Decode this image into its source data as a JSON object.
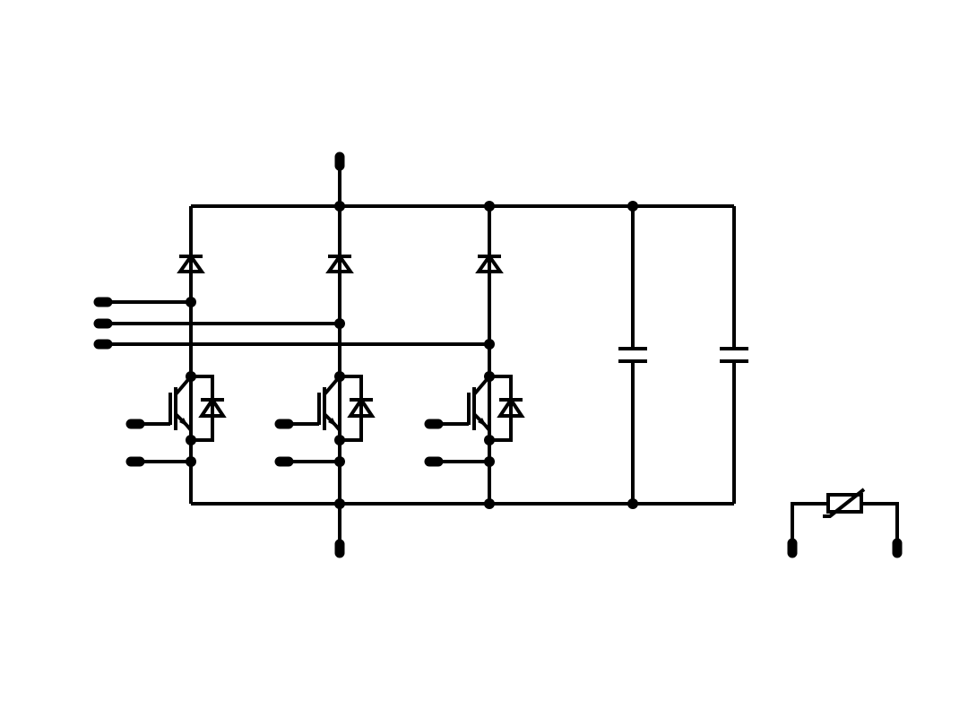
{
  "diagram": {
    "type": "circuit-schematic",
    "description_visible_text": "",
    "colors": {
      "ink": "#000000",
      "background": "#ffffff"
    },
    "components": {
      "diode_bridge_legs": 3,
      "igbt_with_antiparallel_diode": 3,
      "capacitors": 2,
      "ntc_thermistor": 1,
      "terminals": {
        "dc_positive": 1,
        "dc_negative": 1,
        "ac_inputs": 3,
        "gate_terminals": 3,
        "emitter_terminals": 3,
        "thermistor_terminals": 2
      }
    }
  }
}
